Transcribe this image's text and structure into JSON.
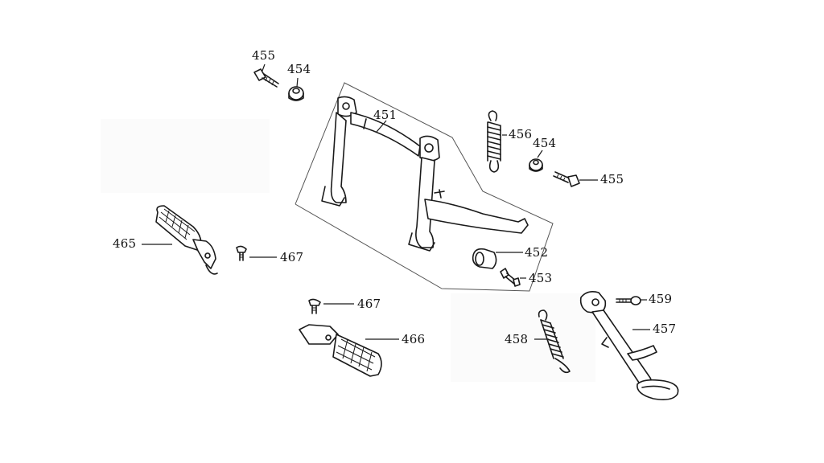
{
  "callouts": {
    "p451": "451",
    "p452": "452",
    "p453": "453",
    "p454a": "454",
    "p454b": "454",
    "p455a": "455",
    "p455b": "455",
    "p456": "456",
    "p457": "457",
    "p458": "458",
    "p459": "459",
    "p465": "465",
    "p466": "466",
    "p467a": "467",
    "p467b": "467"
  },
  "colors": {
    "ink": "#1a1a1a",
    "background": "#ffffff"
  }
}
